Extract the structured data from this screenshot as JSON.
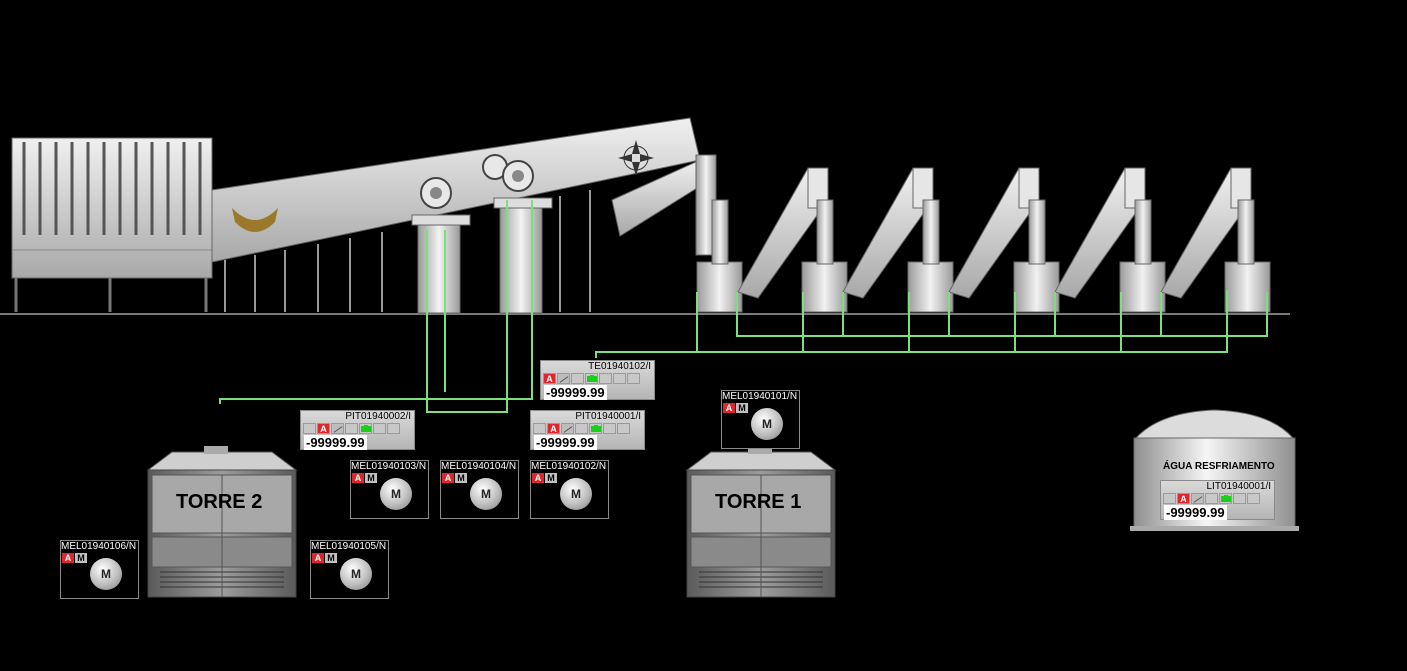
{
  "colors": {
    "background": "#000000",
    "pipe": "#7dde7d",
    "alarm": "#e0262b",
    "status_ok": "#18d018",
    "equipment": "#c8c8c8"
  },
  "towers": {
    "torre2": "TORRE 2",
    "torre1": "TORRE 1"
  },
  "tank": {
    "label": "ÁGUA RESFRIAMENTO"
  },
  "instruments": [
    {
      "tag": "TE01940102/I",
      "value": "-99999.99",
      "alarm": "A"
    },
    {
      "tag": "PIT01940002/I",
      "value": "-99999.99",
      "alarm": "A"
    },
    {
      "tag": "PIT01940001/I",
      "value": "-99999.99",
      "alarm": "A"
    },
    {
      "tag": "LIT01940001/I",
      "value": "-99999.99",
      "alarm": "A"
    }
  ],
  "motors": [
    {
      "tag": "MEL01940101/N",
      "auto": "A",
      "manual": "M",
      "symbol": "M"
    },
    {
      "tag": "MEL01940103/N",
      "auto": "A",
      "manual": "M",
      "symbol": "M"
    },
    {
      "tag": "MEL01940104/N",
      "auto": "A",
      "manual": "M",
      "symbol": "M"
    },
    {
      "tag": "MEL01940102/N",
      "auto": "A",
      "manual": "M",
      "symbol": "M"
    },
    {
      "tag": "MEL01940106/N",
      "auto": "A",
      "manual": "M",
      "symbol": "M"
    },
    {
      "tag": "MEL01940105/N",
      "auto": "A",
      "manual": "M",
      "symbol": "M"
    }
  ]
}
